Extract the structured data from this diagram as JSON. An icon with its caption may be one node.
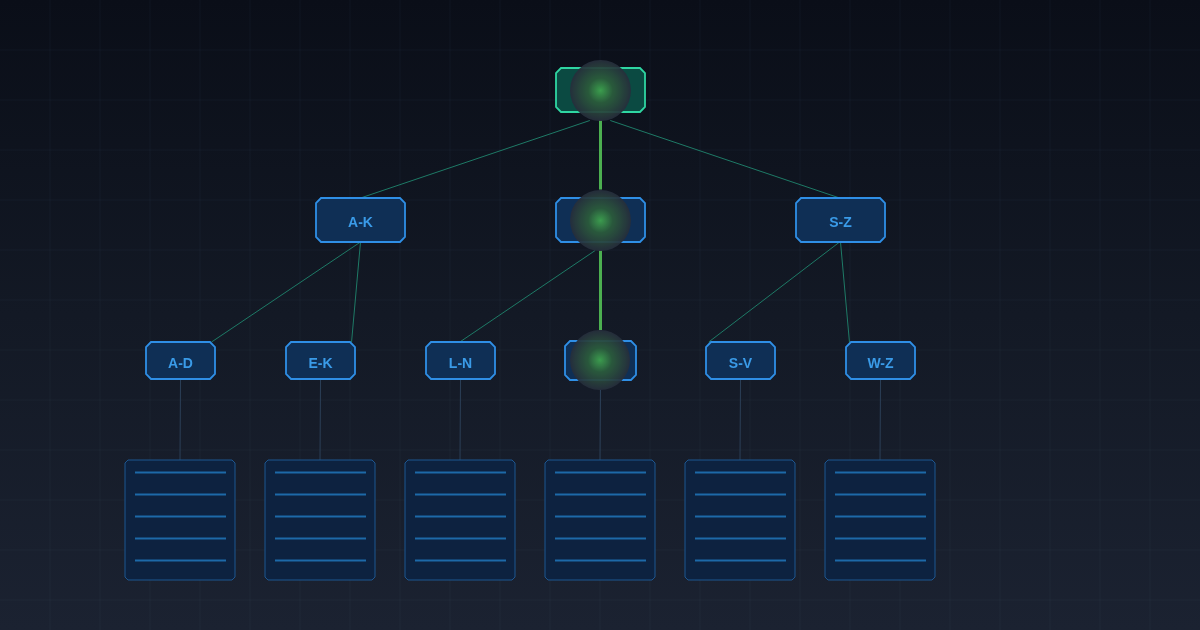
{
  "diagram": {
    "nodes": [
      {
        "text": [],
        "shape": "box"
      },
      {
        "text": [
          "A-K"
        ]
      },
      {
        "text": [],
        "shape": "box"
      },
      {
        "text": [
          "S-Z"
        ]
      },
      {
        "text": [
          "A-D"
        ]
      },
      {
        "text": [
          "E-K"
        ]
      },
      {
        "text": [
          "L-N"
        ]
      },
      {
        "text": [],
        "shape": "box"
      },
      {
        "text": [
          "S-V"
        ]
      },
      {
        "text": [
          "W-Z"
        ]
      },
      {
        "text": [],
        "shape": "page"
      },
      {
        "text": [],
        "shape": "page"
      },
      {
        "text": [],
        "shape": "page"
      },
      {
        "text": [],
        "shape": "page"
      },
      {
        "text": [],
        "shape": "page"
      },
      {
        "text": [],
        "shape": "page"
      }
    ],
    "edges": [
      {
        "from": 0,
        "to": 1,
        "arrow": "none"
      },
      {
        "from": 0,
        "to": 2,
        "arrow": "none",
        "style": "thick",
        "color": "#4caf50"
      },
      {
        "from": 0,
        "to": 3,
        "arrow": "none"
      },
      {
        "from": 1,
        "to": 4,
        "arrow": "none"
      },
      {
        "from": 1,
        "to": 5,
        "arrow": "none"
      },
      {
        "from": 2,
        "to": 6,
        "arrow": "none"
      },
      {
        "from": 2,
        "to": 7,
        "arrow": "none",
        "style": "thick",
        "color": "#4caf50"
      },
      {
        "from": 3,
        "to": 8,
        "arrow": "none"
      },
      {
        "from": 3,
        "to": 9,
        "arrow": "none"
      },
      {
        "from": 4,
        "to": 10,
        "arrow": "none",
        "color": "#2b3f57"
      },
      {
        "from": 5,
        "to": 11,
        "arrow": "none",
        "color": "#2b3f57"
      },
      {
        "from": 6,
        "to": 12,
        "arrow": "none",
        "color": "#2b3f57"
      },
      {
        "from": 7,
        "to": 13,
        "arrow": "none",
        "color": "#2b3f57"
      },
      {
        "from": 8,
        "to": 14,
        "arrow": "none",
        "color": "#2b3f57"
      },
      {
        "from": 9,
        "to": 15,
        "arrow": "none",
        "color": "#2b3f57"
      }
    ]
  }
}
